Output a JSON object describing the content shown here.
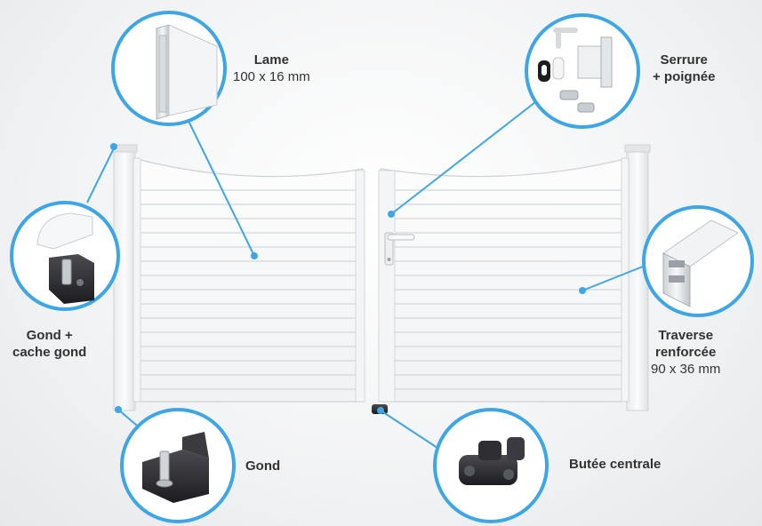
{
  "colors": {
    "accent": "#3fa6e6",
    "gate": "#f7f8f9",
    "slat_line": "#d4d8dc",
    "hardware_dark": "#2a2a2e"
  },
  "callouts": {
    "lame": {
      "title": "Lame",
      "detail": "100 x 16 mm",
      "icon": "aluminium-slat-profile"
    },
    "serrure": {
      "title": "Serrure",
      "title2": "+ poignée",
      "icon": "lock-and-handle-kit"
    },
    "gond_cache": {
      "title": "Gond +",
      "title2": "cache gond",
      "icon": "hinge-with-cover"
    },
    "traverse": {
      "title": "Traverse",
      "title2": "renforcée",
      "detail": "90 x 36 mm",
      "icon": "reinforced-crossbar-profile"
    },
    "gond": {
      "title": "Gond",
      "icon": "hinge-bracket"
    },
    "butee": {
      "title": "Butée centrale",
      "icon": "central-stopper"
    }
  }
}
